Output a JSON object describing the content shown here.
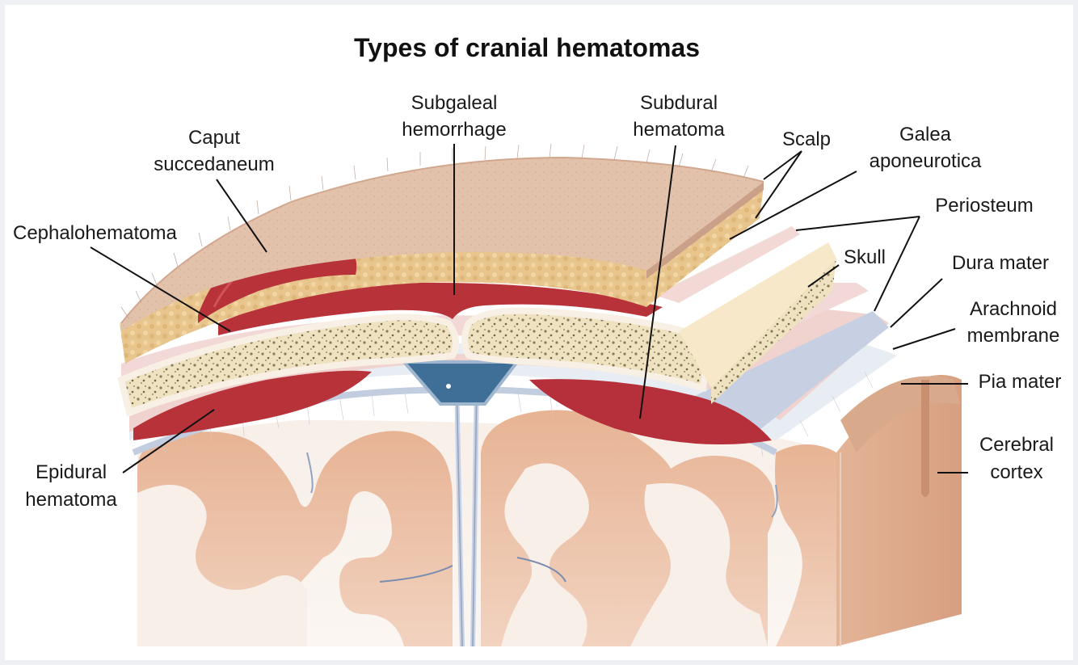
{
  "title": "Types of cranial hematomas",
  "labels": {
    "caput_line1": "Caput",
    "caput_line2": "succedaneum",
    "cephalohematoma": "Cephalohematoma",
    "subgaleal_line1": "Subgaleal",
    "subgaleal_line2": "hemorrhage",
    "subdural_line1": "Subdural",
    "subdural_line2": "hematoma",
    "scalp": "Scalp",
    "galea_line1": "Galea",
    "galea_line2": "aponeurotica",
    "periosteum": "Periosteum",
    "skull": "Skull",
    "dura_mater": "Dura mater",
    "arachnoid_line1": "Arachnoid",
    "arachnoid_line2": "membrane",
    "pia_mater": "Pia mater",
    "cerebral_line1": "Cerebral",
    "cerebral_line2": "cortex",
    "epidural_line1": "Epidural",
    "epidural_line2": "hematoma"
  },
  "colors": {
    "scalp_skin": "#e2bda6",
    "fat_layer": "#e9c98f",
    "hematoma_red": "#b8323a",
    "bone_cream": "#f3e6c6",
    "dura_pink": "#f1c9c4",
    "arachnoid_blue": "#c9d3e6",
    "cortex": "#e9b89c",
    "white_matter": "#f6ede6",
    "sinus_blue": "#3f6f96"
  }
}
